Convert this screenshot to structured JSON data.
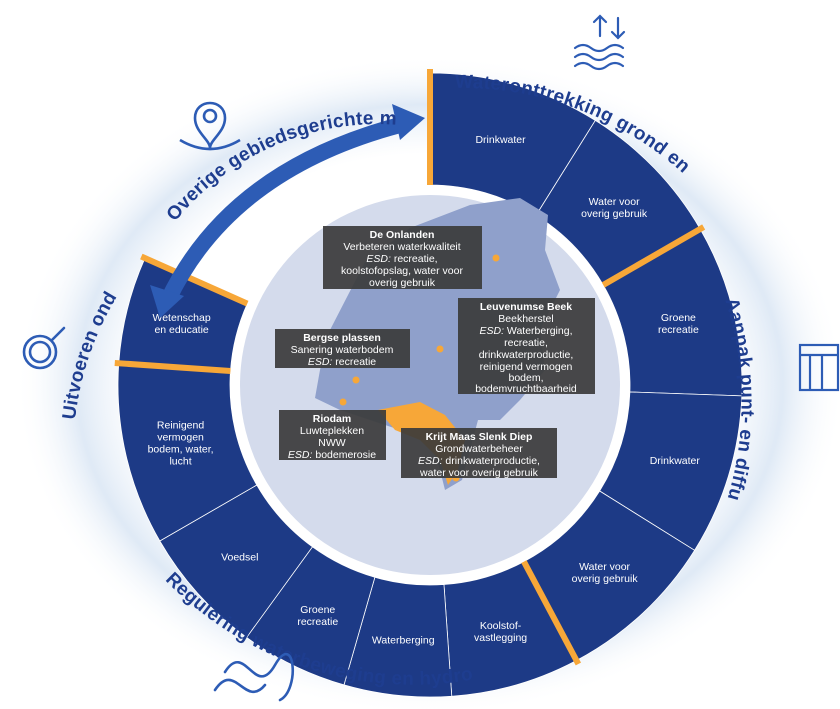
{
  "colors": {
    "navy": "#1d3a86",
    "navy_dark": "#162f70",
    "accent_orange": "#f7a738",
    "title_blue": "#1e3d8f",
    "map_land": "#8fa0cb",
    "map_bg": "#b9c3dd",
    "inner_circle": "#d4dbec",
    "box_bg": "#3b3b3b"
  },
  "ring_groups": [
    {
      "title": "Wateronttrekking grond en oppervlakte water",
      "icon": "water-flow-icon"
    },
    {
      "title": "Aanpak punt- en diffuse bronnen",
      "icon": "factory-pipe-icon"
    },
    {
      "title": "Regulering waterbeweging en hydromorfologie",
      "icon": "wave-icon"
    },
    {
      "title": "Uitvoeren onderzoek",
      "icon": "magnifier-icon"
    },
    {
      "title": "Overige gebiedsgerichte maatregelen",
      "icon": "location-pin-icon"
    }
  ],
  "segments": [
    {
      "lines": [
        "Drinkwater"
      ]
    },
    {
      "lines": [
        "Water voor",
        "overig gebruik"
      ]
    },
    {
      "lines": [
        "Groene",
        "recreatie"
      ]
    },
    {
      "lines": [
        "Drinkwater"
      ]
    },
    {
      "lines": [
        "Water voor",
        "overig gebruik"
      ]
    },
    {
      "lines": [
        "Koolstof-",
        "vastlegging"
      ]
    },
    {
      "lines": [
        "Waterberging"
      ]
    },
    {
      "lines": [
        "Groene",
        "recreatie"
      ]
    },
    {
      "lines": [
        "Voedsel"
      ]
    },
    {
      "lines": [
        "Reinigend",
        "vermogen",
        "bodem, water,",
        "lucht"
      ]
    },
    {
      "lines": [
        "Wetenschap",
        "en educatie"
      ]
    }
  ],
  "locations": [
    {
      "title": "De Onlanden",
      "lines": [
        "Verbeteren waterkwaliteit"
      ],
      "esd_prefix": "ESD:",
      "esd_lines": [
        " recreatie,",
        "koolstofopslag, water voor",
        "overig gebruik"
      ]
    },
    {
      "title": "Leuvenumse Beek",
      "lines": [
        "Beekherstel"
      ],
      "esd_prefix": "ESD:",
      "esd_lines": [
        " Waterberging,",
        "recreatie,",
        "drinkwaterproductie,",
        "reinigend vermogen",
        "bodem,",
        "bodemvruchtbaarheid"
      ]
    },
    {
      "title": "Bergse plassen",
      "lines": [
        "Sanering waterbodem"
      ],
      "esd_prefix": "ESD:",
      "esd_lines": [
        " recreatie"
      ]
    },
    {
      "title": "Riodam",
      "lines": [
        "Luwteplekken",
        "NWW"
      ],
      "esd_prefix": "ESD:",
      "esd_lines": [
        " bodemerosie"
      ]
    },
    {
      "title": "Krijt Maas Slenk Diep",
      "lines": [
        "Grondwaterbeheer"
      ],
      "esd_prefix": "ESD:",
      "esd_lines": [
        " drinkwaterproductie,",
        "water voor overig gebruik"
      ]
    }
  ]
}
